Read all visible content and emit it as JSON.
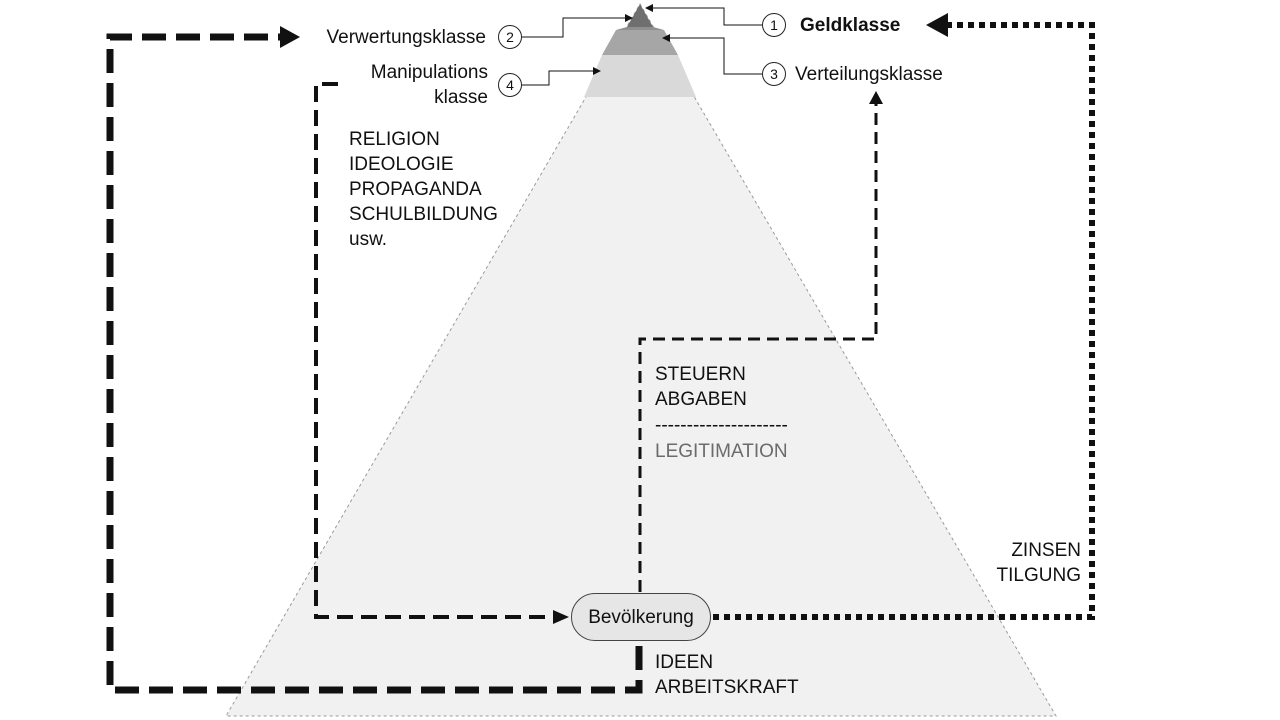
{
  "classes": {
    "geldklasse": {
      "number": "1",
      "label": "Geldklasse"
    },
    "verwertungsklasse": {
      "number": "2",
      "label": "Verwertungsklasse"
    },
    "verteilungsklasse": {
      "number": "3",
      "label": "Verteilungsklasse"
    },
    "manipulationsklasse": {
      "number": "4",
      "label_line1": "Manipulations",
      "label_line2": "klasse"
    }
  },
  "population": {
    "label": "Bevölkerung"
  },
  "manipulation_means": [
    "RELIGION",
    "IDEOLOGIE",
    "PROPAGANDA",
    "SCHULBILDUNG",
    "usw."
  ],
  "state_flows": {
    "line1": "STEUERN",
    "line2": "ABGABEN",
    "separator": "---------------------",
    "line3": "LEGITIMATION"
  },
  "money_flows": {
    "line1": "ZINSEN",
    "line2": "TILGUNG"
  },
  "labor_flows": {
    "line1": "IDEEN",
    "line2": "ARBEITSKRAFT"
  },
  "colors": {
    "pyramid_fill": "#f1f1f1",
    "tier1": "#7d7d7d",
    "tier2": "#a6a6a6",
    "tier3": "#c4c4c4",
    "tier4": "#d9d9d9",
    "line": "#111111"
  }
}
